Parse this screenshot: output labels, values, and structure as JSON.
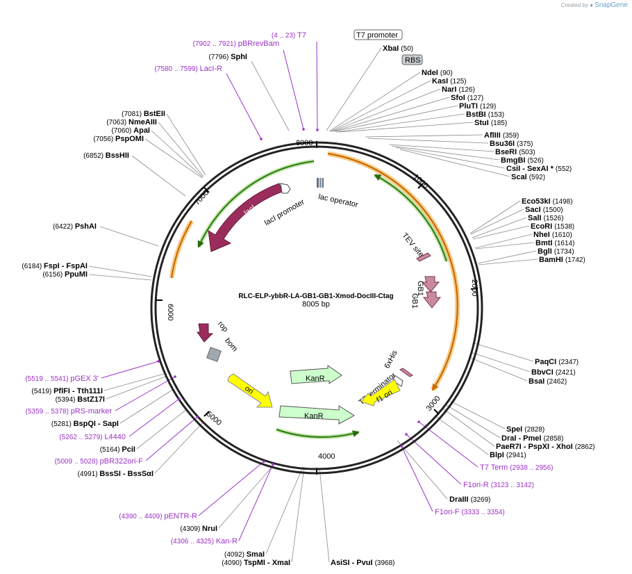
{
  "credit": {
    "prefix": "Created by",
    "brand": "SnapGene"
  },
  "plasmid": {
    "name": "RLC-ELP-ybbR-LA-GB1-GB1-Xmod-DocIII-Ctag",
    "size": "8005 bp"
  },
  "ticks": [
    "1000",
    "2000",
    "3000",
    "4000",
    "5000",
    "6000",
    "7000",
    "8000"
  ],
  "features": {
    "lac_operator": "lac operator",
    "laci_promoter": "lacI promoter",
    "laci": "lacI",
    "tev_site": "TEV site",
    "gb1_a": "GB1",
    "gb1_b": "GB1",
    "his": "6xHis",
    "t7_terminator": "T7 terminator",
    "f1_ori": "f1 ori",
    "rop": "rop",
    "bom": "bom",
    "ori": "ori",
    "kanr_a": "KanR",
    "kanr_b": "KanR",
    "t7_promoter_box": "T7 promoter",
    "rbs_box": "RBS"
  },
  "site_labels": [
    {
      "key": "t7",
      "name": "T7",
      "pos": "(4 .. 23)",
      "primer": true
    },
    {
      "key": "pbrrev",
      "name": "pBRrevBam",
      "pos": "(7902 .. 7921)",
      "primer": true
    },
    {
      "key": "sphi",
      "name": "SphI",
      "pos": "(7796)",
      "primer": false
    },
    {
      "key": "laciR",
      "name": "LacI-R",
      "pos": "(7580 .. 7599)",
      "primer": true
    },
    {
      "key": "xbai",
      "name": "XbaI",
      "pos": "(50)",
      "primer": false
    },
    {
      "key": "ndei",
      "name": "NdeI",
      "pos": "(90)",
      "primer": false
    },
    {
      "key": "kasi",
      "name": "KasI",
      "pos": "(125)",
      "primer": false
    },
    {
      "key": "nari",
      "name": "NarI",
      "pos": "(126)",
      "primer": false
    },
    {
      "key": "sfoi",
      "name": "SfoI",
      "pos": "(127)",
      "primer": false
    },
    {
      "key": "pluti",
      "name": "PluTI",
      "pos": "(129)",
      "primer": false
    },
    {
      "key": "bstbi",
      "name": "BstBI",
      "pos": "(153)",
      "primer": false
    },
    {
      "key": "stui",
      "name": "StuI",
      "pos": "(185)",
      "primer": false
    },
    {
      "key": "afliii",
      "name": "AflIII",
      "pos": "(359)",
      "primer": false
    },
    {
      "key": "bsu36i",
      "name": "Bsu36I",
      "pos": "(375)",
      "primer": false
    },
    {
      "key": "bseri",
      "name": "BseRI",
      "pos": "(503)",
      "primer": false
    },
    {
      "key": "bmgbi",
      "name": "BmgBI",
      "pos": "(526)",
      "primer": false
    },
    {
      "key": "csii",
      "name": "CsiI - SexAI *",
      "pos": "(552)",
      "primer": false
    },
    {
      "key": "scai",
      "name": "ScaI",
      "pos": "(592)",
      "primer": false
    },
    {
      "key": "bsteii",
      "name": "BstEII",
      "pos": "(7081)",
      "primer": false
    },
    {
      "key": "nmeaiii",
      "name": "NmeAIII",
      "pos": "(7063)",
      "primer": false
    },
    {
      "key": "apai",
      "name": "ApaI",
      "pos": "(7060)",
      "primer": false
    },
    {
      "key": "pspomi",
      "name": "PspOMI",
      "pos": "(7056)",
      "primer": false
    },
    {
      "key": "bsshii",
      "name": "BssHII",
      "pos": "(6852)",
      "primer": false
    },
    {
      "key": "eco53ki",
      "name": "Eco53kI",
      "pos": "(1498)",
      "primer": false
    },
    {
      "key": "saci",
      "name": "SacI",
      "pos": "(1500)",
      "primer": false
    },
    {
      "key": "sali",
      "name": "SalI",
      "pos": "(1526)",
      "primer": false
    },
    {
      "key": "ecori",
      "name": "EcoRI",
      "pos": "(1538)",
      "primer": false
    },
    {
      "key": "nhei",
      "name": "NheI",
      "pos": "(1610)",
      "primer": false
    },
    {
      "key": "bmti",
      "name": "BmtI",
      "pos": "(1614)",
      "primer": false
    },
    {
      "key": "bgli",
      "name": "BglI",
      "pos": "(1734)",
      "primer": false
    },
    {
      "key": "bamhi",
      "name": "BamHI",
      "pos": "(1742)",
      "primer": false
    },
    {
      "key": "pshai",
      "name": "PshAI",
      "pos": "(6422)",
      "primer": false
    },
    {
      "key": "fspi",
      "name": "FspI - FspAI",
      "pos": "(6184)",
      "primer": false
    },
    {
      "key": "ppumi",
      "name": "PpuMI",
      "pos": "(6156)",
      "primer": false
    },
    {
      "key": "paqci",
      "name": "PaqCI",
      "pos": "(2347)",
      "primer": false
    },
    {
      "key": "bbvci",
      "name": "BbvCI",
      "pos": "(2421)",
      "primer": false
    },
    {
      "key": "bsai",
      "name": "BsaI",
      "pos": "(2462)",
      "primer": false
    },
    {
      "key": "pgex3",
      "name": "pGEX 3'",
      "pos": "(5519 .. 5541)",
      "primer": true
    },
    {
      "key": "pflfi",
      "name": "PflFI - Tth111I",
      "pos": "(5419)",
      "primer": false
    },
    {
      "key": "bstz17i",
      "name": "BstZ17I",
      "pos": "(5394)",
      "primer": false
    },
    {
      "key": "prs",
      "name": "pRS-marker",
      "pos": "(5359 .. 5378)",
      "primer": true
    },
    {
      "key": "bspqi",
      "name": "BspQI - SapI",
      "pos": "(5281)",
      "primer": false
    },
    {
      "key": "l4440",
      "name": "L4440",
      "pos": "(5262 .. 5279)",
      "primer": true
    },
    {
      "key": "pcii",
      "name": "PciI",
      "pos": "(5164)",
      "primer": false
    },
    {
      "key": "pbr322",
      "name": "pBR322ori-F",
      "pos": "(5009 .. 5028)",
      "primer": true
    },
    {
      "key": "bsssi",
      "name": "BssSI - BssSαI",
      "pos": "(4991)",
      "primer": false
    },
    {
      "key": "spei",
      "name": "SpeI",
      "pos": "(2828)",
      "primer": false
    },
    {
      "key": "drai",
      "name": "DraI - PmeI",
      "pos": "(2858)",
      "primer": false
    },
    {
      "key": "paer7i",
      "name": "PaeR7I - PspXI - XhoI",
      "pos": "(2862)",
      "primer": false
    },
    {
      "key": "blpi",
      "name": "BlpI",
      "pos": "(2941)",
      "primer": false
    },
    {
      "key": "t7term",
      "name": "T7 Term",
      "pos": "(2938 .. 2956)",
      "primer": true
    },
    {
      "key": "f1orir",
      "name": "F1ori-R",
      "pos": "(3123 .. 3142)",
      "primer": true
    },
    {
      "key": "draiii",
      "name": "DraIII",
      "pos": "(3269)",
      "primer": false
    },
    {
      "key": "f1orif",
      "name": "F1ori-F",
      "pos": "(3333 .. 3354)",
      "primer": true
    },
    {
      "key": "pentr",
      "name": "pENTR-R",
      "pos": "(4390 .. 4409)",
      "primer": true
    },
    {
      "key": "nrui",
      "name": "NruI",
      "pos": "(4309)",
      "primer": false
    },
    {
      "key": "kanRp",
      "name": "Kan-R",
      "pos": "(4306 .. 4325)",
      "primer": true
    },
    {
      "key": "smai",
      "name": "SmaI",
      "pos": "(4092)",
      "primer": false
    },
    {
      "key": "tspmi",
      "name": "TspMI - XmaI",
      "pos": "(4090)",
      "primer": false
    },
    {
      "key": "asisi",
      "name": "AsiSI - PvuI",
      "pos": "(3968)",
      "primer": false
    }
  ],
  "colors": {
    "backbone": "#222222",
    "elp_orange": "#f0a020",
    "orange_fill": "#fde6b8",
    "green": "#4a9a1a",
    "green_fill": "#d2f0c0",
    "laci": "#9a2d5c",
    "gb1": "#c98aa0",
    "yellow": "#ffff00",
    "kanr": "#ccffcc",
    "primer": "#9b30c8",
    "grey_box": "#a0a8b0"
  }
}
